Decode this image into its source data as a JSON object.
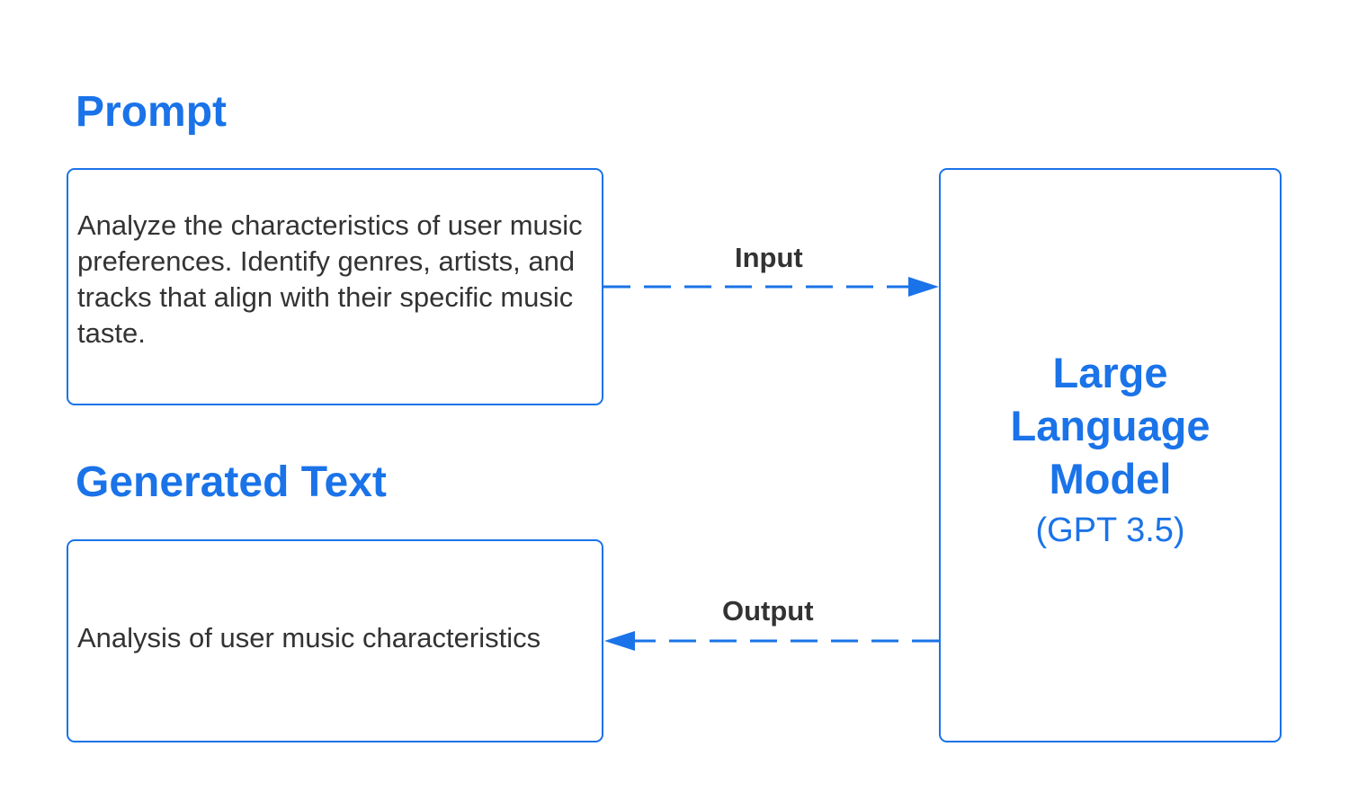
{
  "colors": {
    "accent": "#1a73e8",
    "text": "#333333",
    "background": "#ffffff"
  },
  "prompt_section": {
    "heading": "Prompt",
    "text": "Analyze the characteristics of user music preferences. Identify genres, artists, and tracks that align with their specific music taste."
  },
  "generated_section": {
    "heading": "Generated Text",
    "text": "Analysis of user music characteristics"
  },
  "llm": {
    "title_lines": [
      "Large",
      "Language",
      "Model"
    ],
    "subtitle": "(GPT 3.5)"
  },
  "connectors": {
    "input_label": "Input",
    "output_label": "Output"
  }
}
